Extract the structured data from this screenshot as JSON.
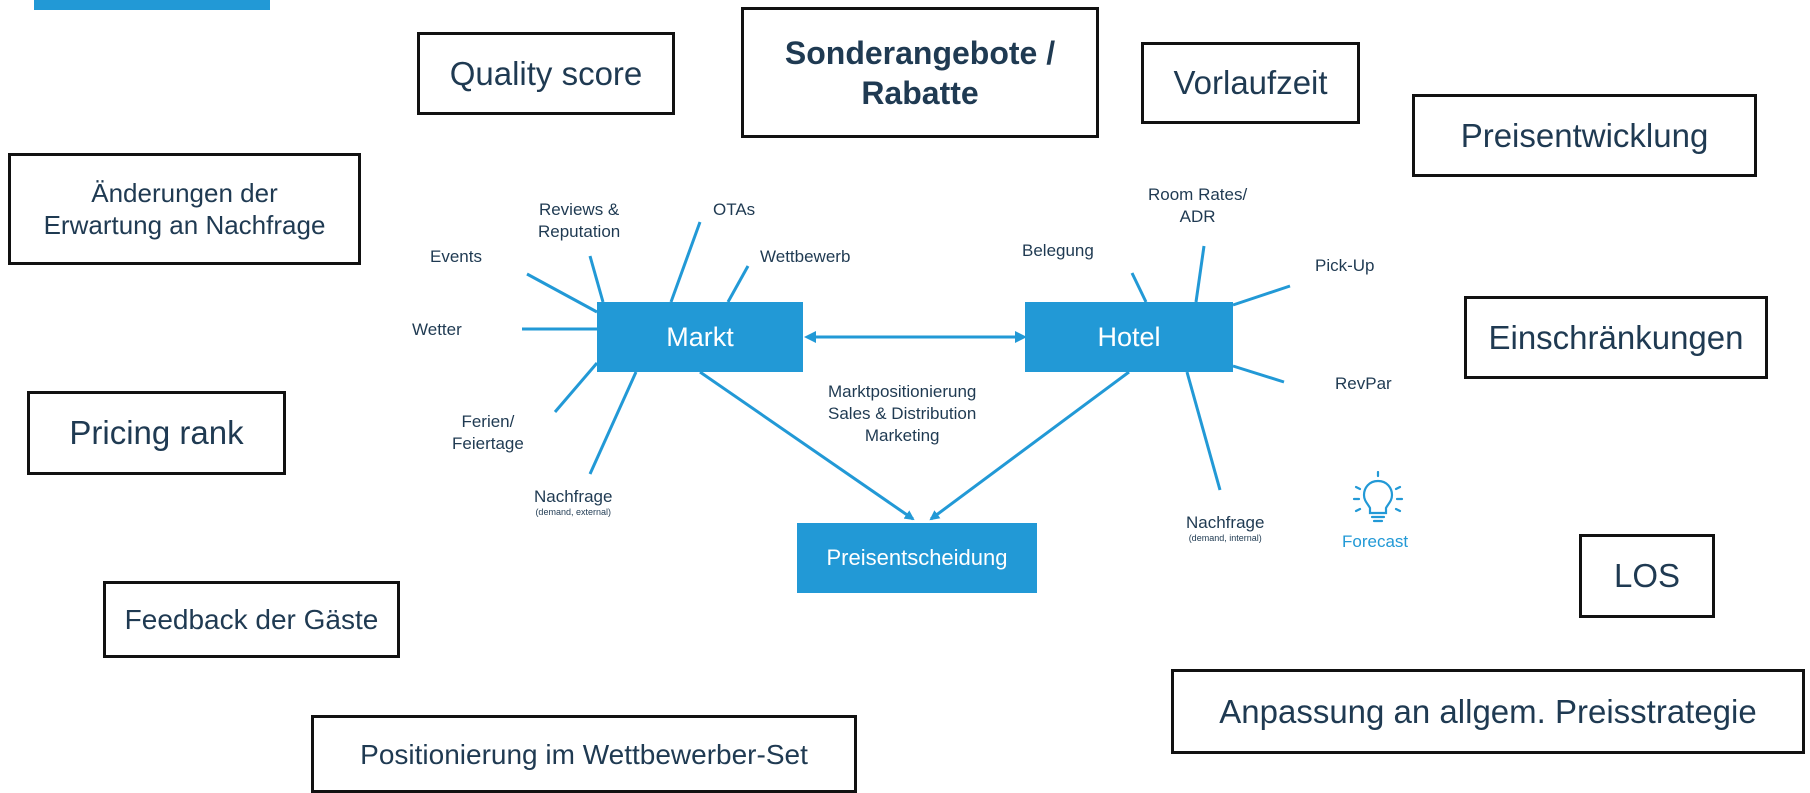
{
  "boxes": {
    "quality_score": "Quality score",
    "sonderangebote_line1": "Sonderangebote /",
    "sonderangebote_line2": "Rabatte",
    "vorlaufzeit": "Vorlaufzeit",
    "preisentwicklung": "Preisentwicklung",
    "aenderungen_line1": "Änderungen der",
    "aenderungen_line2": "Erwartung an Nachfrage",
    "einschraenkungen": "Einschränkungen",
    "pricing_rank": "Pricing rank",
    "los": "LOS",
    "feedback": "Feedback der Gäste",
    "anpassung": "Anpassung an allgem. Preisstrategie",
    "positionierung": "Positionierung im Wettbewerber-Set"
  },
  "nodes": {
    "markt": "Markt",
    "hotel": "Hotel",
    "preisentscheidung": "Preisentscheidung"
  },
  "markt_factors": {
    "events": "Events",
    "reviews_line1": "Reviews &",
    "reviews_line2": "Reputation",
    "otas": "OTAs",
    "wettbewerb": "Wettbewerb",
    "wetter": "Wetter",
    "ferien_line1": "Ferien/",
    "ferien_line2": "Feiertage",
    "nachfrage": "Nachfrage",
    "nachfrage_note": "(demand, external)"
  },
  "hotel_factors": {
    "belegung": "Belegung",
    "room_rates_line1": "Room Rates/",
    "room_rates_line2": "ADR",
    "pickup": "Pick-Up",
    "revpar": "RevPar",
    "nachfrage": "Nachfrage",
    "nachfrage_note": "(demand, internal)"
  },
  "center_labels": {
    "line1": "Marktpositionierung",
    "line2": "Sales & Distribution",
    "line3": "Marketing"
  },
  "forecast": {
    "label": "Forecast",
    "icon": "lightbulb-icon"
  },
  "colors": {
    "accent": "#2299d6",
    "text": "#1f3a52",
    "border": "#111111"
  }
}
